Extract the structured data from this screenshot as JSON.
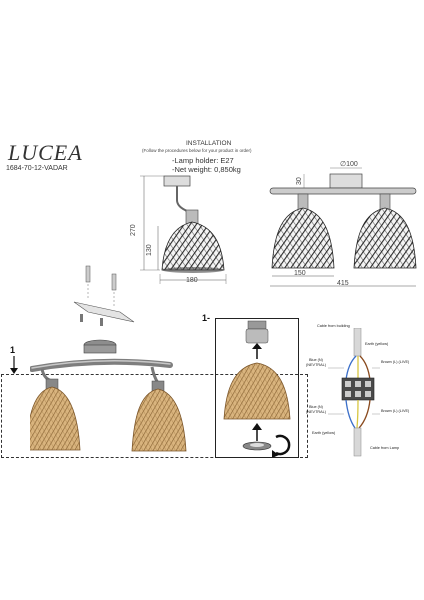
{
  "brand": {
    "name": "LUCEA",
    "code": "1684-70-12-VADAR"
  },
  "installation": {
    "title": "INSTALLATION",
    "subtitle": "(Follow the procedures below for your product in order)",
    "specs": [
      "-Lamp holder: E27",
      "-Net weight: 0,850kg"
    ]
  },
  "dimensions": {
    "height_total": "270",
    "height_shade": "130",
    "width_shade": "180",
    "canopy_diameter": "∅100",
    "canopy_height": "30",
    "spacing": "150",
    "length": "415"
  },
  "steps": [
    "1",
    "1-"
  ],
  "wiring": {
    "cable_from_building": "Cable from building",
    "earth_top": "Earth (yellow)",
    "blue_top": "Blue (N)",
    "neutral_top": "(NEVTRAL)",
    "brown_top": "Brown (L) (LIVE)",
    "blue_bottom": "Blue (N)",
    "neutral_bottom": "(NEVTRAL)",
    "brown_bottom": "Brown (L) (LIVE)",
    "earth_bottom": "Earth (yellow)",
    "cable_from_lamp": "Cable from Lamp"
  },
  "colors": {
    "rattan": "#c49a63",
    "rattan_dark": "#8a6434",
    "black_shade": "#2b2b2b",
    "metal": "#9a9a9a",
    "wire_blue": "#3b6fc9",
    "wire_brown": "#8a4b1f",
    "wire_yellow": "#d8c640"
  }
}
